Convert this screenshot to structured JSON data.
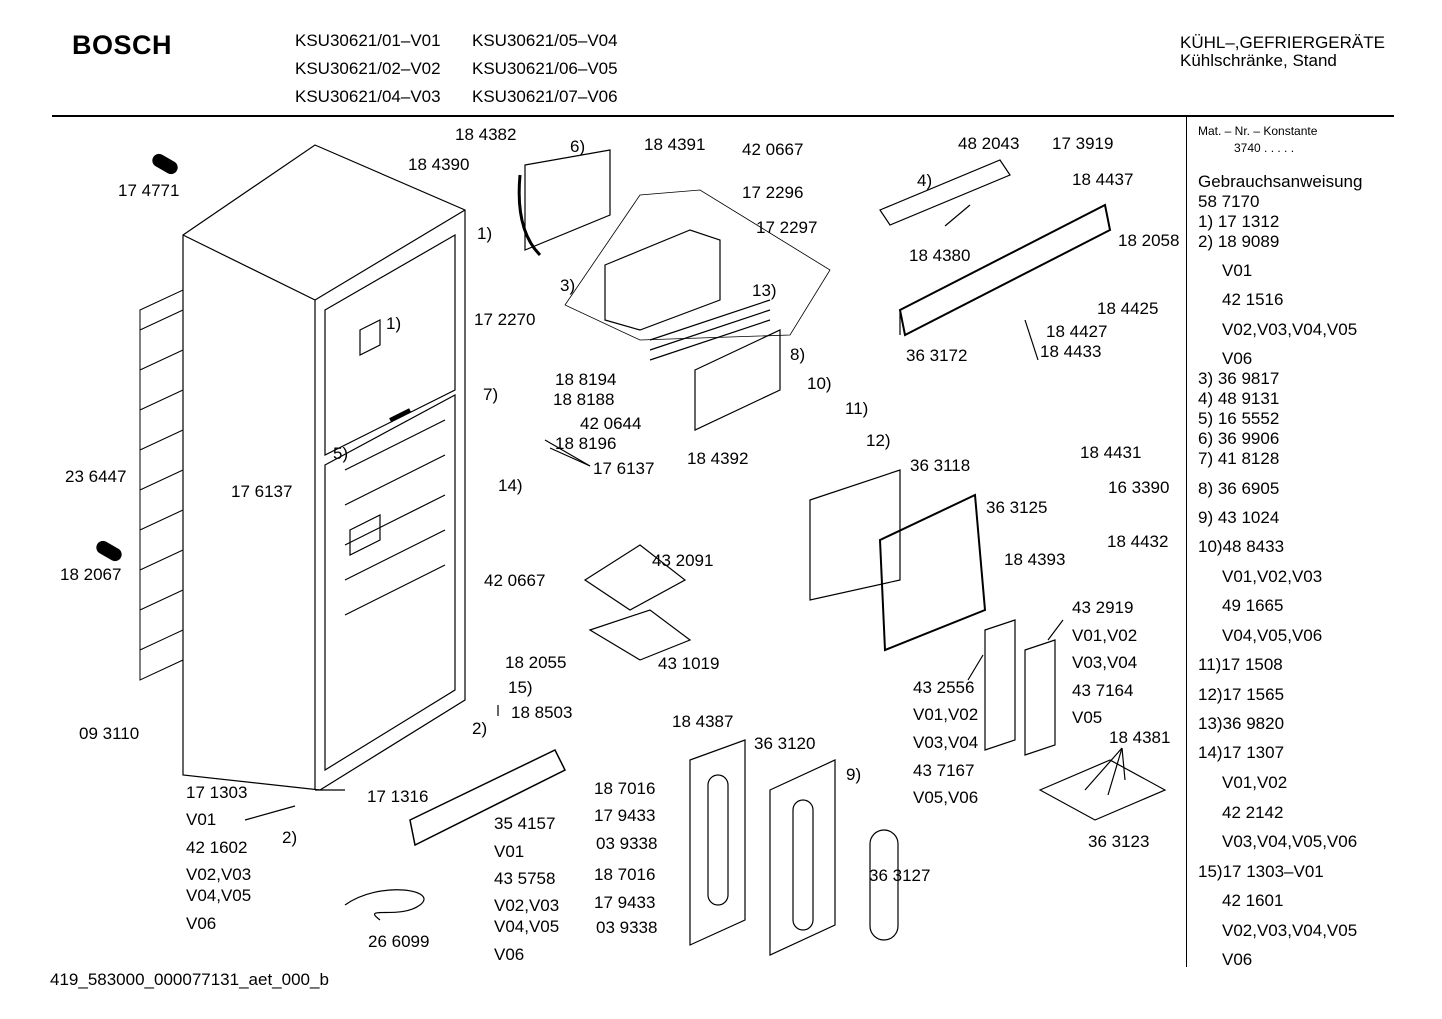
{
  "header": {
    "brand": "BOSCH",
    "models": [
      "KSU30621/01–V01",
      "KSU30621/05–V04",
      "KSU30621/02–V02",
      "KSU30621/06–V05",
      "KSU30621/04–V03",
      "KSU30621/07–V06"
    ],
    "category_line1": "KÜHL–,GEFRIERGERÄTE",
    "category_line2": "Kühlschränke, Stand"
  },
  "sidebar": {
    "const_label": "Mat. – Nr. – Konstante",
    "const_value": "3740  .  .  .  .  .",
    "items": [
      "Gebrauchsanweisung",
      "58 7170",
      "1) 17 1312",
      "2) 18 9089",
      "V01",
      "42 1516",
      "V02,V03,V04,V05",
      "V06",
      "3) 36 9817",
      "4) 48 9131",
      "5) 16 5552",
      "6) 36 9906",
      "7) 41 8128",
      "8) 36 6905",
      "9) 43 1024",
      "10)48 8433",
      "V01,V02,V03",
      "49 1665",
      "V04,V05,V06",
      "11)17 1508",
      "12)17 1565",
      "13)36 9820",
      "14)17 1307",
      "V01,V02",
      "42 2142",
      "V03,V04,V05,V06",
      "15)17 1303–V01",
      "42 1601",
      "V02,V03,V04,V05",
      "V06"
    ]
  },
  "labels": [
    "17 4771",
    "18 4382",
    "18 4390",
    "6)",
    "18 4391",
    "42 0667",
    "17 2296",
    "17 2297",
    "1)",
    "17 2270",
    "3)",
    "13)",
    "1)",
    "8)",
    "48 2043",
    "17 3919",
    "4)",
    "18 4437",
    "18 4380",
    "18 2058",
    "18 4425",
    "18 4427",
    "18 4433",
    "36 3172",
    "7)",
    "18 8194",
    "18 8188",
    "42 0644",
    "18 8196",
    "17 6137",
    "14)",
    "5)",
    "17 6137",
    "23 6447",
    "10)",
    "11)",
    "12)",
    "18 4392",
    "36 3118",
    "36 3125",
    "18 4431",
    "16 3390",
    "18 4432",
    "18 2067",
    "42 0667",
    "43 2091",
    "43 1019",
    "18 4393",
    "43 2919",
    "V01,V02",
    "V03,V04",
    "43 7164",
    "V05",
    "43 2556",
    "V01,V02",
    "V03,V04",
    "43 7167",
    "V05,V06",
    "18 2055",
    "15)",
    "18 8503",
    "2)",
    "09 3110",
    "18 4387",
    "36 3120",
    "9)",
    "18 4381",
    "36 3123",
    "17 1303",
    "V01",
    "17 1316",
    "42 1602",
    "2)",
    "V02,V03",
    "V04,V05",
    "V06",
    "35 4157",
    "V01",
    "43 5758",
    "V02,V03",
    "V04,V05",
    "V06",
    "18 7016",
    "17 9433",
    "03 9338",
    "18 7016",
    "17 9433",
    "03 9338",
    "36 3127",
    "26 6099"
  ],
  "footer": "419_583000_000077131_aet_000_b"
}
